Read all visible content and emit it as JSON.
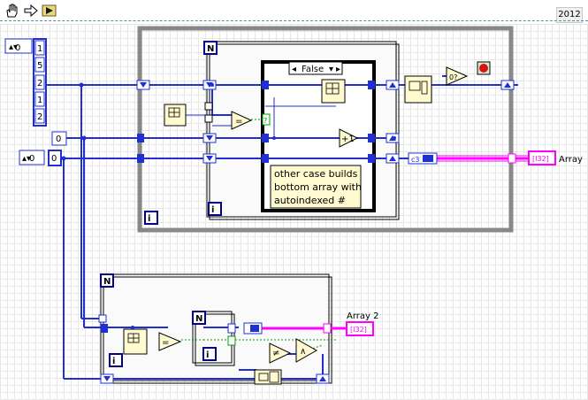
{
  "toolbar": {
    "tools": [
      "hand-icon",
      "arrow-icon",
      "run-icon"
    ],
    "version": "2012"
  },
  "diagram": {
    "input_array_values": [
      "1",
      "5",
      "2",
      "1",
      "2"
    ],
    "array_index_display": "0",
    "constant_zero": "0",
    "second_index_display": "0",
    "second_index_value": "0",
    "case_selector_value": "False",
    "case_note": "other case builds bottom array with autoindexed #",
    "loop_count_terminal": "N",
    "loop_iteration_terminal": "i",
    "increment_label": "+1",
    "equal_label": "=",
    "not_equal_label": "≠",
    "output_indicator_label": "Array",
    "output_indicator_2_label": "Array 2",
    "indicator_glyph": "[I32]"
  }
}
